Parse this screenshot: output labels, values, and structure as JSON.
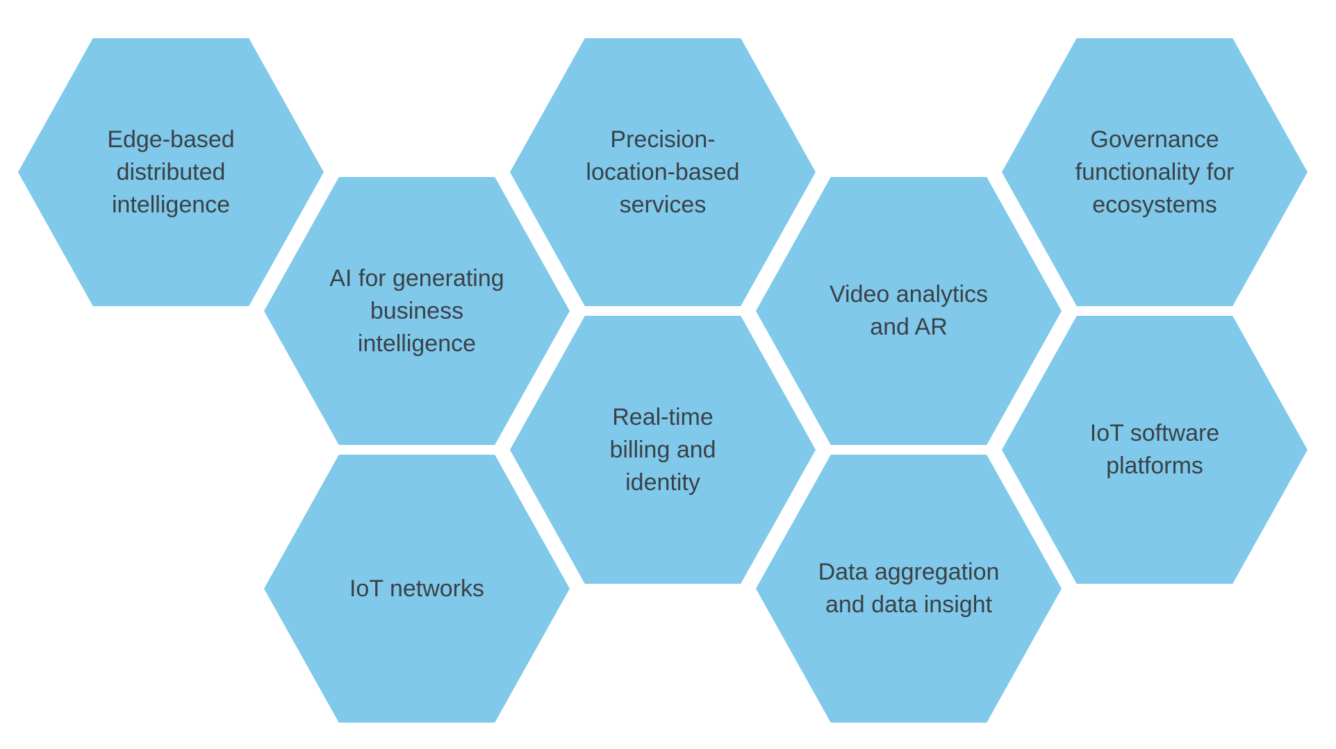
{
  "diagram": {
    "type": "honeycomb-concept-diagram",
    "hexagons": [
      {
        "id": "edge-based-distributed-intelligence",
        "label": "Edge-based\ndistributed\nintelligence"
      },
      {
        "id": "ai-for-generating-business-intelligence",
        "label": "AI for generating\nbusiness\nintelligence"
      },
      {
        "id": "precision-location-based-services",
        "label": "Precision-\nlocation-based\nservices"
      },
      {
        "id": "real-time-billing-and-identity",
        "label": "Real-time\nbilling and\nidentity"
      },
      {
        "id": "iot-networks",
        "label": "IoT networks"
      },
      {
        "id": "governance-functionality-for-ecosystems",
        "label": "Governance\nfunctionality for\necosystems"
      },
      {
        "id": "video-analytics-and-ar",
        "label": "Video analytics\nand AR"
      },
      {
        "id": "data-aggregation-and-data-insight",
        "label": "Data aggregation\nand data insight"
      },
      {
        "id": "iot-software-platforms",
        "label": "IoT software\nplatforms"
      }
    ],
    "colors": {
      "hexagon_fill": "#80C9EA",
      "label_text": "#3A4147",
      "background": "#FFFFFF"
    }
  }
}
